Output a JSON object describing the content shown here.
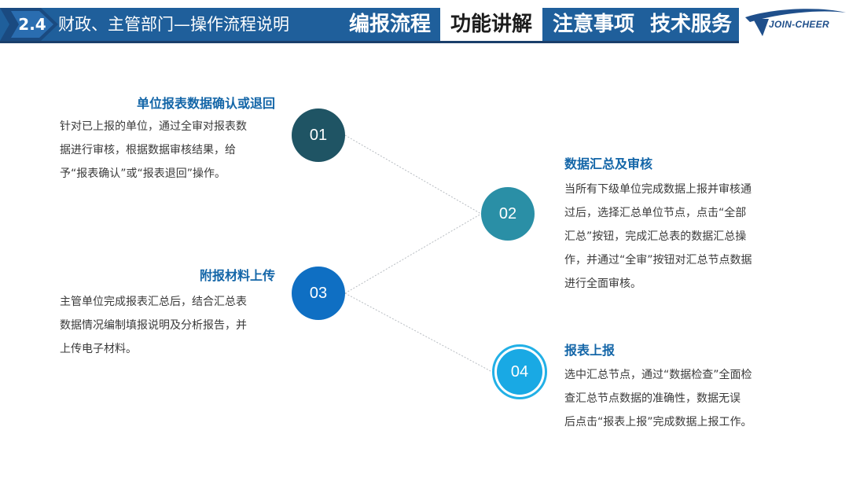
{
  "header": {
    "section_number": "2.4",
    "title": "财政、主管部门—操作流程说明",
    "tabs": [
      {
        "label": "编报流程",
        "active": false
      },
      {
        "label": "功能讲解",
        "active": true
      },
      {
        "label": "注意事项",
        "active": false
      },
      {
        "label": "技术服务",
        "active": false
      }
    ],
    "logo_text": "JOIN-CHEER"
  },
  "steps": [
    {
      "number": "01",
      "title": "单位报表数据确认或退回",
      "lines": [
        "针对已上报的单位，通过全审对报表数",
        "据进行审核，根据数据审核结果，给",
        "予“报表确认”或“报表退回”操作。"
      ]
    },
    {
      "number": "02",
      "title": "数据汇总及审核",
      "lines": [
        "当所有下级单位完成数据上报并审核通",
        "过后，选择汇总单位节点，点击“全部",
        "汇总”按钮，完成汇总表的数据汇总操",
        "作，并通过“全审”按钮对汇总节点数据",
        "进行全面审核。"
      ]
    },
    {
      "number": "03",
      "title": "附报材料上传",
      "lines": [
        "主管单位完成报表汇总后，结合汇总表",
        "数据情况编制填报说明及分析报告，并",
        "上传电子材料。"
      ]
    },
    {
      "number": "04",
      "title": "报表上报",
      "lines": [
        "选中汇总节点，通过“数据检查”全面检",
        "查汇总节点数据的准确性，数据无误",
        "后点击“报表上报”完成数据上报工作。"
      ]
    }
  ],
  "colors": {
    "header_bar": "#1f5f9b",
    "title_blue": "#1466a8",
    "step1": "#1f5464",
    "step2": "#2a8fa6",
    "step3": "#0f6fc3",
    "step4": "#19a9e4"
  }
}
